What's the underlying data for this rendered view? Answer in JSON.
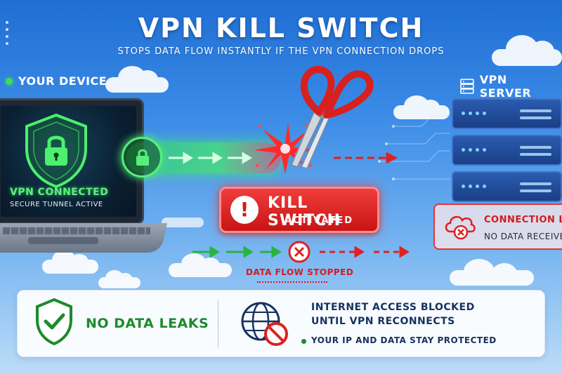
{
  "header": {
    "title": "VPN KILL SWITCH",
    "subtitle": "STOPS DATA FLOW INSTANTLY IF THE VPN CONNECTION DROPS"
  },
  "device": {
    "label": "YOUR DEVICE",
    "status": "VPN CONNECTED",
    "detail": "SECURE TUNNEL ACTIVE"
  },
  "server": {
    "label": "VPN SERVER",
    "status": "CONNECTION LOST",
    "detail": "NO DATA RECEIVED"
  },
  "kill_switch": {
    "title": "KILL SWITCH",
    "subtitle": "ACTIVATED",
    "icon": "!"
  },
  "flow": {
    "status": "DATA FLOW STOPPED"
  },
  "footer": {
    "left_text": "NO DATA LEAKS",
    "line1": "INTERNET ACCESS BLOCKED",
    "line2": "UNTIL VPN RECONNECTS",
    "line3": "YOUR IP AND DATA STAY PROTECTED"
  },
  "colors": {
    "sky_top": "#1f6ed4",
    "green": "#3ddc5a",
    "red": "#e02020",
    "navy": "#16315e"
  },
  "icons": [
    "shield-lock-icon",
    "lock-icon",
    "scissors-icon",
    "alert-icon",
    "server-icon",
    "cloud-x-icon",
    "shield-check-icon",
    "globe-blocked-icon",
    "x-circle-icon"
  ]
}
